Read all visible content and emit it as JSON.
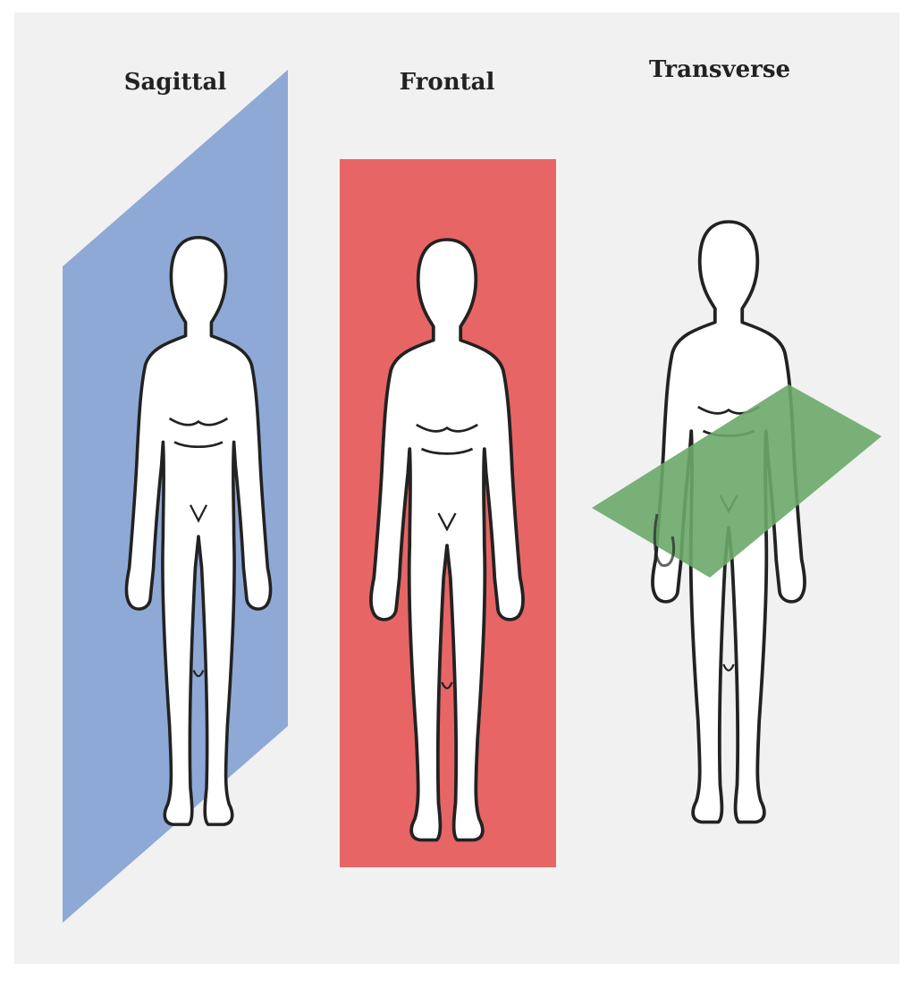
{
  "labels": {
    "sagittal": "Sagittal",
    "frontal": "Frontal",
    "transverse": "Transverse"
  },
  "colors": {
    "background": "#f1f1f1",
    "sagittal_plane": "#8fa9d6",
    "frontal_plane": "#e86565",
    "transverse_plane": "#6aa86a",
    "body_fill": "#ffffff",
    "outline": "#222222"
  }
}
